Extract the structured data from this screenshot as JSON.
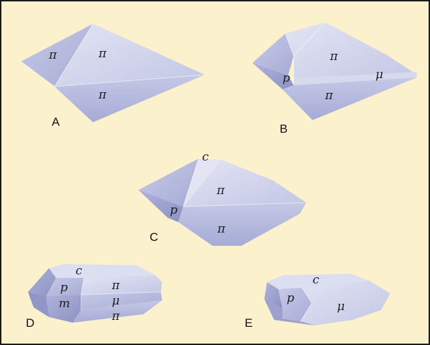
{
  "colors": {
    "background": "#fbf1cd",
    "frame": "#1a1a1a",
    "face_light": "#d6d8ee",
    "face_mid": "#b5b9dc",
    "face_dark": "#9ca1cd",
    "face_darker": "#8a8fc0"
  },
  "crystals": {
    "A": {
      "letter": "A",
      "faces": {
        "upper_left": "π",
        "upper_right": "π",
        "lower": "π"
      }
    },
    "B": {
      "letter": "B",
      "faces": {
        "upper": "π",
        "lower": "π",
        "band": "μ",
        "small": "p"
      }
    },
    "C": {
      "letter": "C",
      "faces": {
        "top": "c",
        "upper": "π",
        "lower": "π",
        "small": "p"
      }
    },
    "D": {
      "letter": "D",
      "faces": {
        "top": "c",
        "end_upper": "p",
        "end_lower": "m",
        "side_upper": "π",
        "side_middle": "μ",
        "side_lower": "π"
      }
    },
    "E": {
      "letter": "E",
      "faces": {
        "top": "c",
        "end": "p",
        "side": "μ"
      }
    }
  }
}
